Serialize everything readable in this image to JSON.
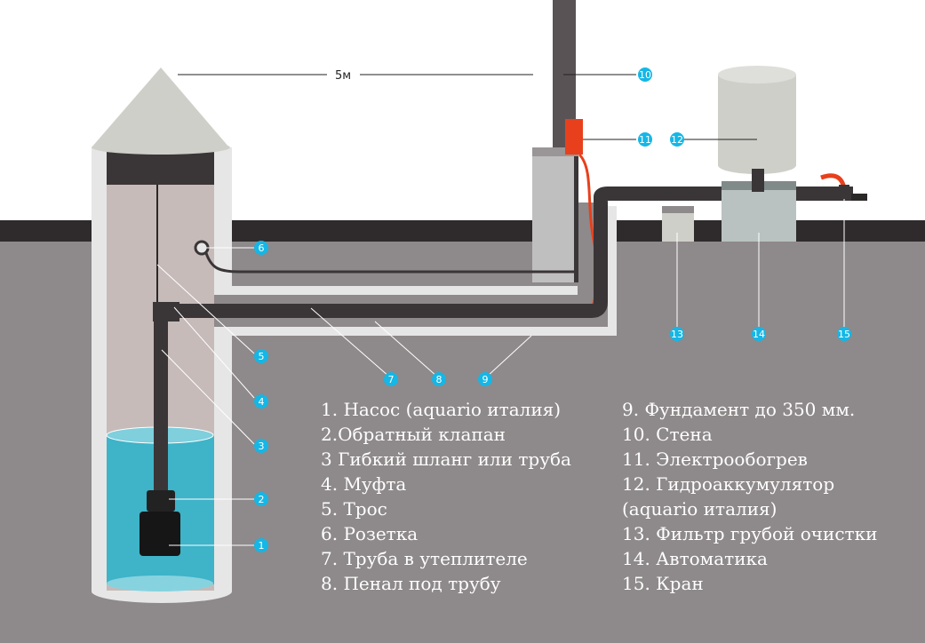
{
  "dimension_label": "5м",
  "callouts": [
    "1",
    "2",
    "3",
    "4",
    "5",
    "6",
    "7",
    "8",
    "9",
    "10",
    "11",
    "12",
    "13",
    "14",
    "15"
  ],
  "legend_left": [
    "1. Насос (aquario италия)",
    "2.Обратный клапан",
    "3 Гибкий шланг или труба",
    "4. Муфта",
    "5. Трос",
    "6. Розетка",
    "7. Труба в утеплителе",
    "8. Пенал под трубу"
  ],
  "legend_right": [
    "9. Фундамент до 350 мм.",
    "10. Стена",
    "11. Электрообогрев",
    "12. Гидроаккумулятор",
    "(aquario италия)",
    "13. Фильтр грубой очистки",
    "14. Автоматика",
    "15. Кран"
  ],
  "colors": {
    "ground": "#8e898a",
    "ground_band": "#2f2b2c",
    "pipe": "#3a3638",
    "water": "#3fb3c8",
    "callout_badge": "#14b7e6",
    "heater": "#e8401c",
    "tank": "#cfcfca",
    "automation": "#b9c2c1"
  }
}
